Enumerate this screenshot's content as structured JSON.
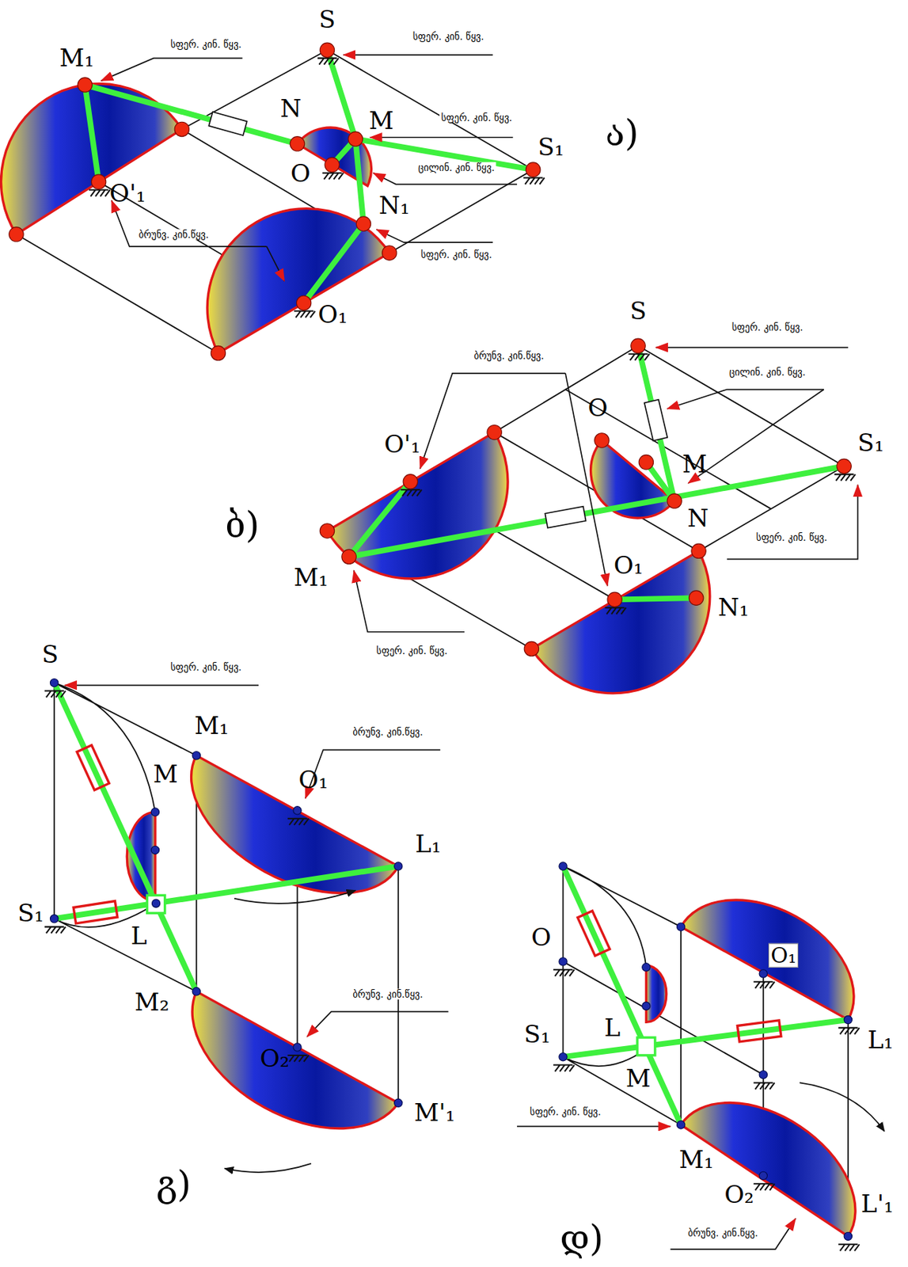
{
  "diagram": {
    "labels": [
      "S",
      "სფერ. კინ. წყვ.",
      "M₁",
      "სფერ. კინ. წყვ.",
      "N",
      "M",
      "სფერ. კინ. წყვ.",
      "ა)",
      "S₁",
      "O",
      "ცილინ. კინ. წყვ.",
      "O'₁",
      "N₁",
      "ბრუნვ. კინ.წყვ.",
      "სფერ. კინ. წყვ.",
      "O₁",
      "S",
      "სფერ. კინ. წყვ.",
      "ბრუნვ. კინ.წყვ.",
      "ცილინ. კინ. წყვ.",
      "O",
      "O'₁",
      "S₁",
      "M",
      "ბ)",
      "N",
      "სფერ. კინ. წყვ.",
      "M₁",
      "O₁",
      "N₁",
      "სფერ. კინ. წყვ.",
      "S",
      "სფერ. კინ. წყვ.",
      "M₁",
      "ბრუნვ. კინ.წყვ.",
      "M",
      "O₁",
      "L₁",
      "S₁",
      "L",
      "M₂",
      "ბრუნვ. კინ.წყვ.",
      "O₂",
      "M'₁",
      "გ)",
      "O",
      "O₁",
      "L",
      "S₁",
      "L₁",
      "M",
      "სფერ. კინ. წყვ.",
      "M₁",
      "O₂",
      "L'₁",
      "ბრუნვ. კინ.წყვ.",
      "დ)"
    ]
  }
}
